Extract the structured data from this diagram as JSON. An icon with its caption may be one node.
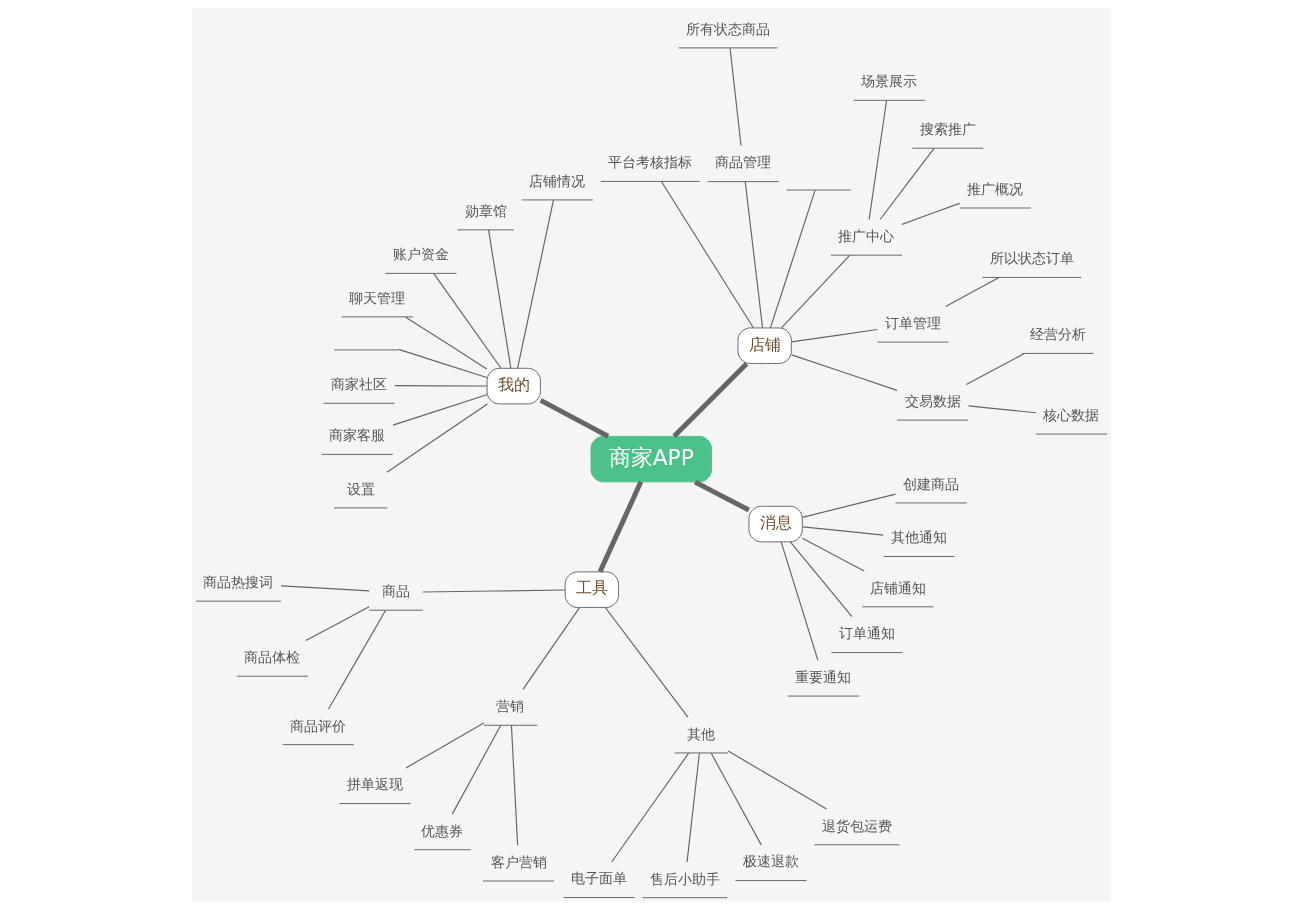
{
  "diagram": {
    "nodes": [
      {
        "text": [
          "商家APP"
        ]
      },
      {
        "text": [
          "店铺"
        ]
      },
      {
        "text": [
          "交易数据"
        ]
      },
      {
        "text": [
          "核心数据"
        ]
      },
      {
        "text": [
          "经营分析"
        ]
      },
      {
        "text": [
          "订单管理"
        ]
      },
      {
        "text": [
          "所以状态订单"
        ]
      },
      {
        "text": [
          "推广中心"
        ]
      },
      {
        "text": [
          "推广概况"
        ]
      },
      {
        "text": [
          "搜索推广"
        ]
      },
      {
        "text": [
          "场景展示"
        ]
      },
      {
        "text": [],
        "shape": "line"
      },
      {
        "text": [
          "商品管理"
        ]
      },
      {
        "text": [
          "所有状态商品"
        ]
      },
      {
        "text": [
          "平台考核指标"
        ]
      },
      {
        "text": [
          "我的"
        ]
      },
      {
        "text": [
          "店铺情况"
        ]
      },
      {
        "text": [
          "勋章馆"
        ]
      },
      {
        "text": [
          "账户资金"
        ]
      },
      {
        "text": [
          "聊天管理"
        ]
      },
      {
        "text": [],
        "shape": "line"
      },
      {
        "text": [
          "商家社区"
        ]
      },
      {
        "text": [
          "商家客服"
        ]
      },
      {
        "text": [
          "设置"
        ]
      },
      {
        "text": [
          "工具"
        ]
      },
      {
        "text": [
          "商品"
        ]
      },
      {
        "text": [
          "商品热搜词"
        ]
      },
      {
        "text": [
          "商品体检"
        ]
      },
      {
        "text": [
          "商品评价"
        ]
      },
      {
        "text": [
          "营销"
        ]
      },
      {
        "text": [
          "拼单返现"
        ]
      },
      {
        "text": [
          "优惠券"
        ]
      },
      {
        "text": [
          "客户营销"
        ]
      },
      {
        "text": [
          "其他"
        ]
      },
      {
        "text": [
          "电子面单"
        ]
      },
      {
        "text": [
          "售后小助手"
        ]
      },
      {
        "text": [
          "极速退款"
        ]
      },
      {
        "text": [
          "退货包运费"
        ]
      },
      {
        "text": [
          "消息"
        ]
      },
      {
        "text": [
          "重要通知"
        ]
      },
      {
        "text": [
          "订单通知"
        ]
      },
      {
        "text": [
          "店铺通知"
        ]
      },
      {
        "text": [
          "其他通知"
        ]
      },
      {
        "text": [
          "创建商品"
        ]
      }
    ],
    "edges": [
      {
        "from": 0,
        "to": 1,
        "arrow": "none",
        "style": "thick"
      },
      {
        "from": 1,
        "to": 2,
        "arrow": "none"
      },
      {
        "from": 2,
        "to": 3,
        "arrow": "none"
      },
      {
        "from": 2,
        "to": 4,
        "arrow": "none"
      },
      {
        "from": 1,
        "to": 5,
        "arrow": "none"
      },
      {
        "from": 5,
        "to": 6,
        "arrow": "none"
      },
      {
        "from": 1,
        "to": 7,
        "arrow": "none"
      },
      {
        "from": 7,
        "to": 8,
        "arrow": "none"
      },
      {
        "from": 7,
        "to": 9,
        "arrow": "none"
      },
      {
        "from": 7,
        "to": 10,
        "arrow": "none"
      },
      {
        "from": 1,
        "to": 11,
        "arrow": "none"
      },
      {
        "from": 1,
        "to": 12,
        "arrow": "none"
      },
      {
        "from": 12,
        "to": 13,
        "arrow": "none"
      },
      {
        "from": 1,
        "to": 14,
        "arrow": "none"
      },
      {
        "from": 0,
        "to": 15,
        "arrow": "none",
        "style": "thick"
      },
      {
        "from": 15,
        "to": 16,
        "arrow": "none"
      },
      {
        "from": 15,
        "to": 17,
        "arrow": "none"
      },
      {
        "from": 15,
        "to": 18,
        "arrow": "none"
      },
      {
        "from": 15,
        "to": 19,
        "arrow": "none"
      },
      {
        "from": 15,
        "to": 20,
        "arrow": "none"
      },
      {
        "from": 15,
        "to": 21,
        "arrow": "none"
      },
      {
        "from": 15,
        "to": 22,
        "arrow": "none"
      },
      {
        "from": 15,
        "to": 23,
        "arrow": "none"
      },
      {
        "from": 0,
        "to": 24,
        "arrow": "none",
        "style": "thick"
      },
      {
        "from": 24,
        "to": 25,
        "arrow": "none"
      },
      {
        "from": 25,
        "to": 26,
        "arrow": "none"
      },
      {
        "from": 25,
        "to": 27,
        "arrow": "none"
      },
      {
        "from": 25,
        "to": 28,
        "arrow": "none"
      },
      {
        "from": 24,
        "to": 29,
        "arrow": "none"
      },
      {
        "from": 29,
        "to": 30,
        "arrow": "none"
      },
      {
        "from": 29,
        "to": 31,
        "arrow": "none"
      },
      {
        "from": 29,
        "to": 32,
        "arrow": "none"
      },
      {
        "from": 24,
        "to": 33,
        "arrow": "none"
      },
      {
        "from": 33,
        "to": 34,
        "arrow": "none"
      },
      {
        "from": 33,
        "to": 35,
        "arrow": "none"
      },
      {
        "from": 33,
        "to": 36,
        "arrow": "none"
      },
      {
        "from": 33,
        "to": 37,
        "arrow": "none"
      },
      {
        "from": 0,
        "to": 38,
        "arrow": "none",
        "style": "thick"
      },
      {
        "from": 38,
        "to": 39,
        "arrow": "none"
      },
      {
        "from": 38,
        "to": 40,
        "arrow": "none"
      },
      {
        "from": 38,
        "to": 41,
        "arrow": "none"
      },
      {
        "from": 38,
        "to": 42,
        "arrow": "none"
      },
      {
        "from": 38,
        "to": 43,
        "arrow": "none"
      }
    ]
  }
}
